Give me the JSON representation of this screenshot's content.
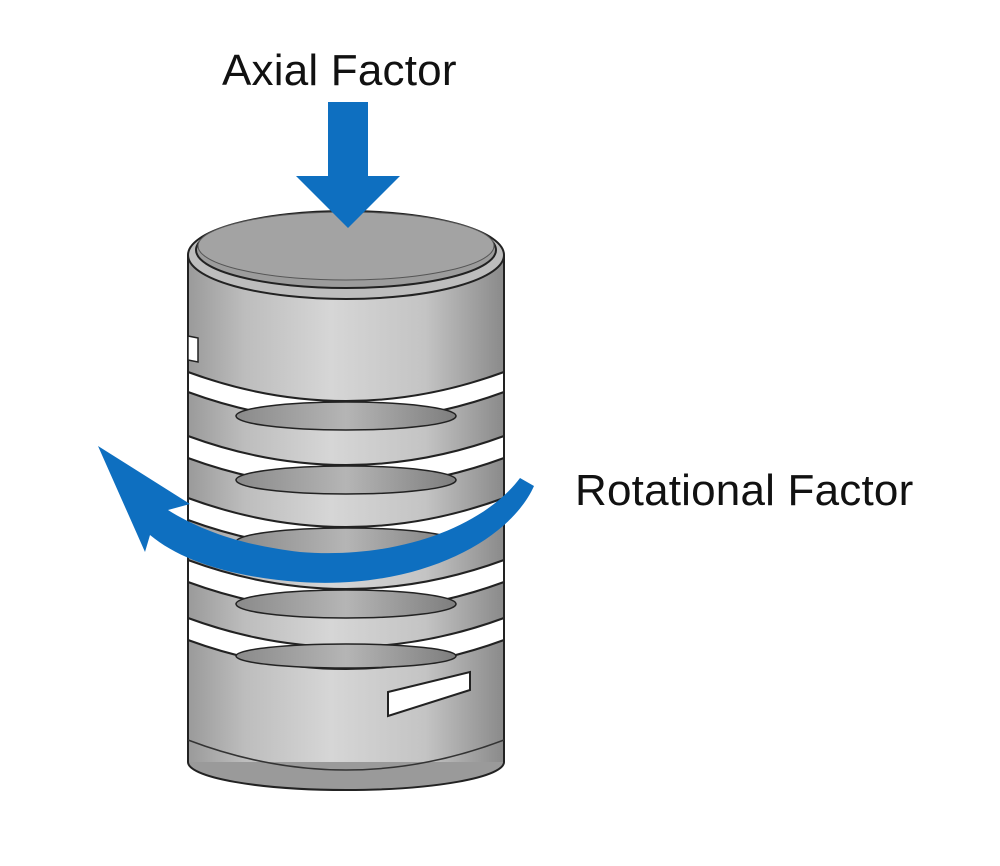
{
  "labels": {
    "axial": "Axial Factor",
    "rotational": "Rotational Factor"
  },
  "colors": {
    "arrow": "#0e6fc0",
    "body_light": "#d4d4d4",
    "body_mid": "#bdbdbd",
    "body_dark": "#8e8e8e",
    "top_face": "#9c9c9c",
    "outline": "#222222"
  },
  "components": {
    "axial_arrow_icon": "down-arrow",
    "rotational_arrow_icon": "curved-arrow-counterclockwise",
    "part": "slit-spring-cylinder"
  }
}
